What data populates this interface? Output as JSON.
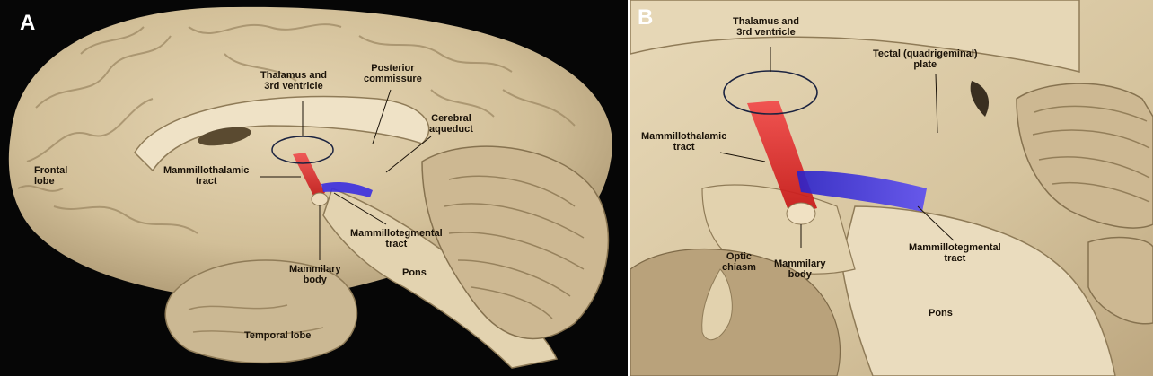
{
  "figure": {
    "panel_a": {
      "panel_letter": "A",
      "labels": {
        "thalamus_line1": "Thalamus and",
        "thalamus_line2": "3rd ventricle",
        "posterior_line1": "Posterior",
        "posterior_line2": "commissure",
        "aqueduct_line1": "Cerebral",
        "aqueduct_line2": "aqueduct",
        "frontal_line1": "Frontal",
        "frontal_line2": "lobe",
        "mtt_line1": "Mammillothalamic",
        "mtt_line2": "tract",
        "mteg_line1": "Mammillotegmental",
        "mteg_line2": "tract",
        "mammilary_line1": "Mammilary",
        "mammilary_line2": "body",
        "pons": "Pons",
        "temporal": "Temporal lobe"
      }
    },
    "panel_b": {
      "panel_letter": "B",
      "labels": {
        "thalamus_line1": "Thalamus and",
        "thalamus_line2": "3rd ventricle",
        "tectal_line1": "Tectal (quadrigeminal)",
        "tectal_line2": "plate",
        "mtt_line1": "Mammillothalamic",
        "mtt_line2": "tract",
        "optic_line1": "Optic",
        "optic_line2": "chiasm",
        "mammilary_line1": "Mammilary",
        "mammilary_line2": "body",
        "mteg_line1": "Mammillotegmental",
        "mteg_line2": "tract",
        "pons": "Pons"
      }
    },
    "colors": {
      "tissue": "#d9c8a5",
      "tissue_dark": "#9c8763",
      "tract_red": "#e0282a",
      "tract_blue": "#3a2ee0",
      "background": "#060606"
    }
  }
}
